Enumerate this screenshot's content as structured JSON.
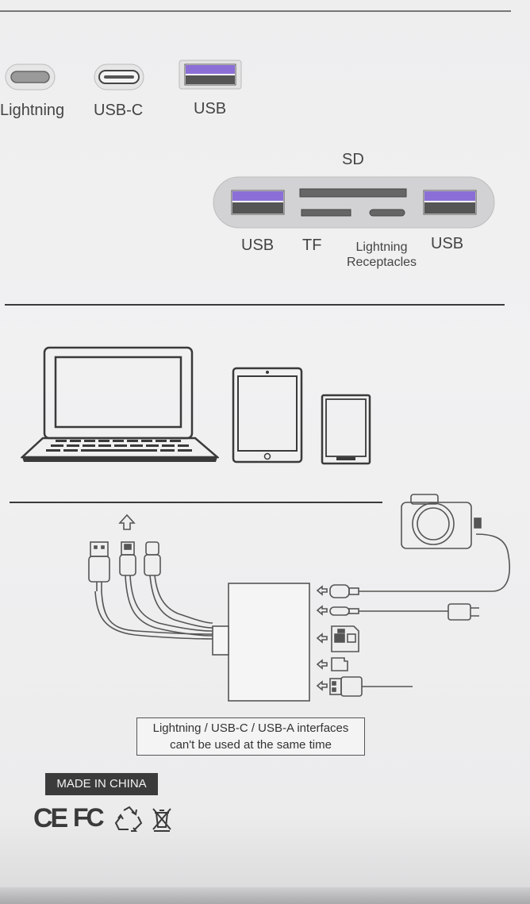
{
  "ports": {
    "lightning": "Lightning",
    "usbc": "USB-C",
    "usb": "USB"
  },
  "hub": {
    "sd": "SD",
    "usb_left": "USB",
    "tf": "TF",
    "lightning_line1": "Lightning",
    "lightning_line2": "Receptacles",
    "usb_right": "USB"
  },
  "notice": {
    "line1": "Lightning / USB-C / USB-A interfaces",
    "line2": "can't be used at the same time"
  },
  "origin": "MADE IN  CHINA",
  "marks": {
    "ce": "CE",
    "fc": "FC"
  },
  "colors": {
    "usb_accent": "#8c6fd6",
    "ink": "#3a3a3a"
  }
}
